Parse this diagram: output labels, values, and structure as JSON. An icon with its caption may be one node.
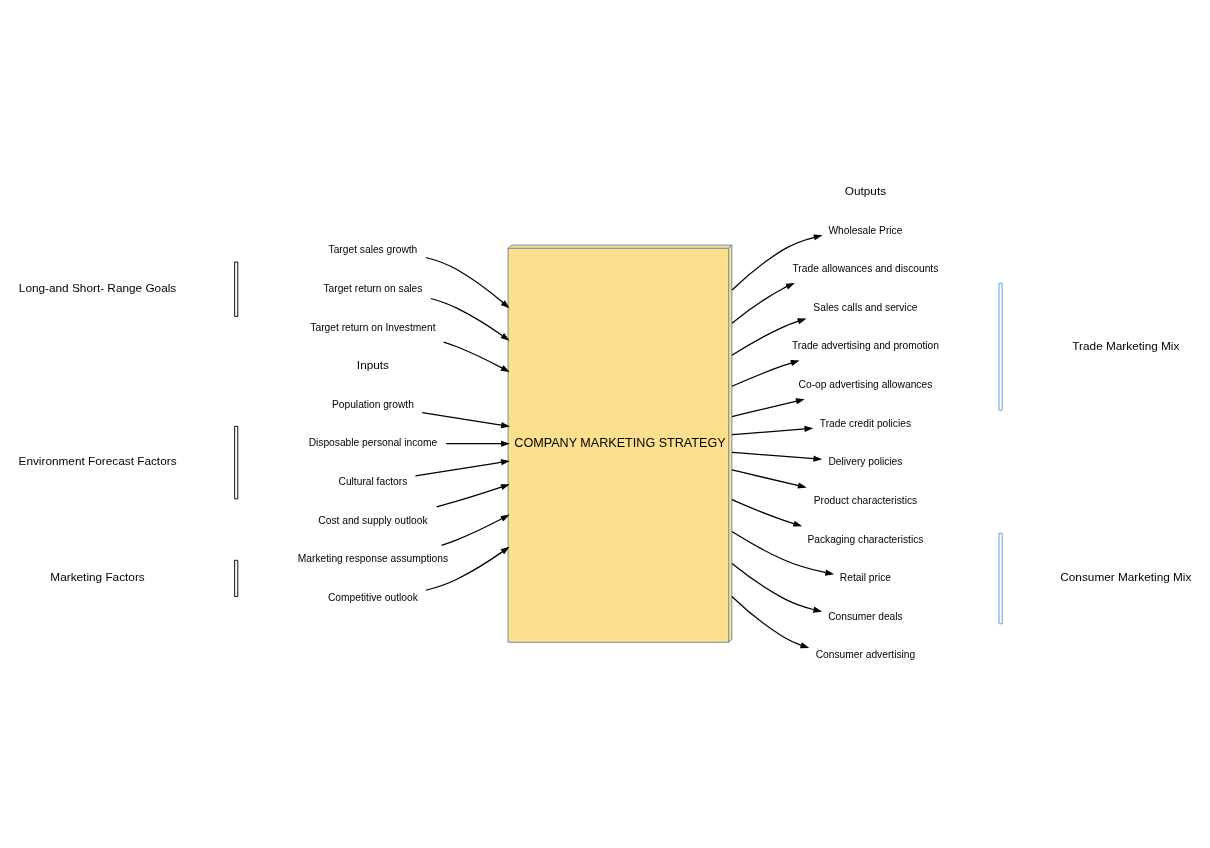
{
  "diagram": {
    "nodes": [
      {
        "text": [
          "COMPANY MARKETING STRATEGY"
        ]
      },
      {
        "text": [
          "Target sales growth"
        ]
      },
      {
        "text": [
          "Target return on sales"
        ]
      },
      {
        "text": [
          "Target return on Investment"
        ]
      },
      {
        "text": [
          "Population growth"
        ]
      },
      {
        "text": [
          "Disposable personal income"
        ]
      },
      {
        "text": [
          "Cultural factors"
        ]
      },
      {
        "text": [
          "Cost and supply outlook"
        ]
      },
      {
        "text": [
          "Marketing response assumptions"
        ]
      },
      {
        "text": [
          "Competitive outlook"
        ]
      },
      {
        "text": [
          "Wholesale Price"
        ]
      },
      {
        "text": [
          "Trade allowances and discounts"
        ]
      },
      {
        "text": [
          "Sales calls and service"
        ]
      },
      {
        "text": [
          "Trade advertising and promotion"
        ]
      },
      {
        "text": [
          "Co-op advertising allowances"
        ]
      },
      {
        "text": [
          "Trade credit policies"
        ]
      },
      {
        "text": [
          "Delivery policies"
        ]
      },
      {
        "text": [
          "Product characteristics"
        ]
      },
      {
        "text": [
          "Packaging characteristics"
        ]
      },
      {
        "text": [
          "Retail price"
        ]
      },
      {
        "text": [
          "Consumer deals"
        ]
      },
      {
        "text": [
          "Consumer advertising"
        ]
      }
    ],
    "edges": [
      {
        "from": 1,
        "to": 0,
        "arrow": "to"
      },
      {
        "from": 2,
        "to": 0,
        "arrow": "to"
      },
      {
        "from": 3,
        "to": 0,
        "arrow": "to"
      },
      {
        "from": 4,
        "to": 0,
        "arrow": "to"
      },
      {
        "from": 5,
        "to": 0,
        "arrow": "to"
      },
      {
        "from": 6,
        "to": 0,
        "arrow": "to"
      },
      {
        "from": 7,
        "to": 0,
        "arrow": "to"
      },
      {
        "from": 8,
        "to": 0,
        "arrow": "to"
      },
      {
        "from": 9,
        "to": 0,
        "arrow": "to"
      },
      {
        "from": 0,
        "to": 10,
        "arrow": "to"
      },
      {
        "from": 0,
        "to": 11,
        "arrow": "to"
      },
      {
        "from": 0,
        "to": 12,
        "arrow": "to"
      },
      {
        "from": 0,
        "to": 13,
        "arrow": "to"
      },
      {
        "from": 0,
        "to": 14,
        "arrow": "to"
      },
      {
        "from": 0,
        "to": 15,
        "arrow": "to"
      },
      {
        "from": 0,
        "to": 16,
        "arrow": "to"
      },
      {
        "from": 0,
        "to": 17,
        "arrow": "to"
      },
      {
        "from": 0,
        "to": 18,
        "arrow": "to"
      },
      {
        "from": 0,
        "to": 19,
        "arrow": "to"
      },
      {
        "from": 0,
        "to": 20,
        "arrow": "to"
      },
      {
        "from": 0,
        "to": 21,
        "arrow": "to"
      }
    ],
    "labels": [
      "Inputs",
      "Outputs",
      "Long-and Short- Range Goals",
      "Environment Forecast Factors",
      "Marketing Factors",
      "Trade Marketing Mix",
      "Consumer Marketing Mix"
    ]
  }
}
